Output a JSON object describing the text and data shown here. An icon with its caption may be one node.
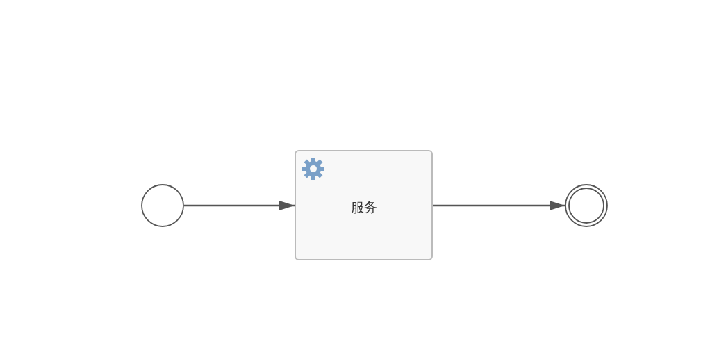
{
  "diagram": {
    "nodes": [
      {
        "text": [],
        "shape": "circle"
      },
      {
        "text": [
          "服务"
        ]
      },
      {
        "text": [],
        "shape": "circle"
      }
    ],
    "edges": [
      {
        "from": 0,
        "to": 1,
        "arrow": "to"
      },
      {
        "from": 1,
        "to": 2,
        "arrow": "to"
      }
    ]
  }
}
